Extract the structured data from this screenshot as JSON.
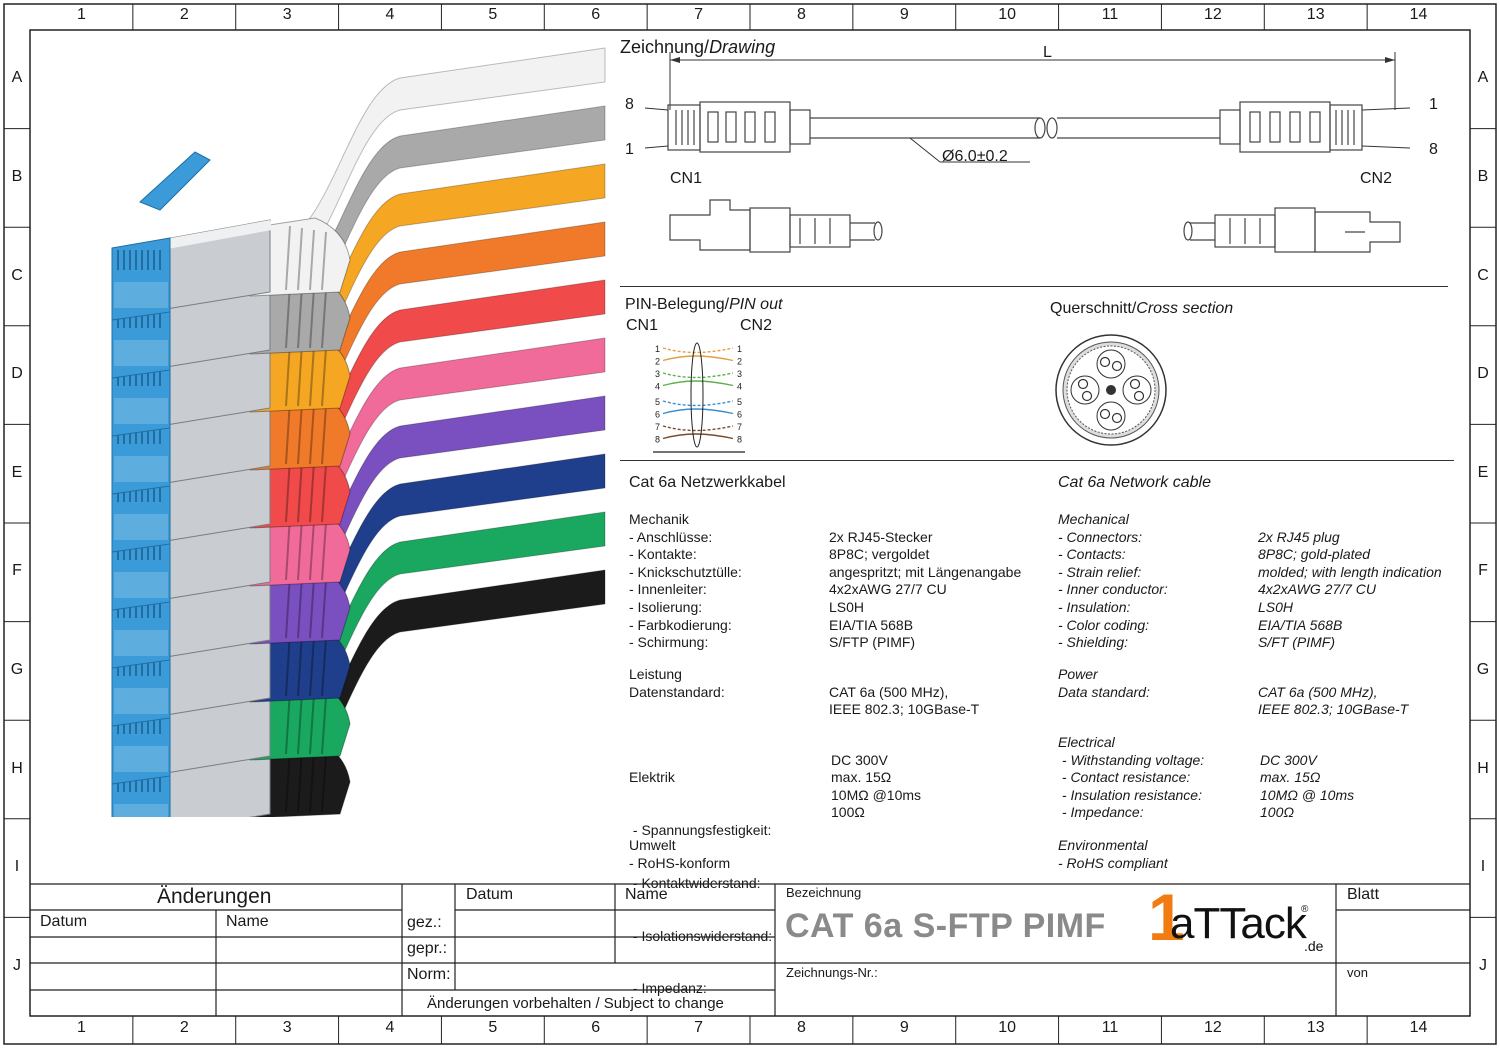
{
  "frame": {
    "columns": [
      "1",
      "2",
      "3",
      "4",
      "5",
      "6",
      "7",
      "8",
      "9",
      "10",
      "11",
      "12",
      "13",
      "14"
    ],
    "rows": [
      "A",
      "B",
      "C",
      "D",
      "E",
      "F",
      "G",
      "H",
      "I",
      "J"
    ]
  },
  "drawing": {
    "heading_de": "Zeichnung/",
    "heading_en": "Drawing",
    "length_label": "L",
    "diameter": "Ø6.0±0.2",
    "cn1": "CN1",
    "cn2": "CN2",
    "pin_8_left": "8",
    "pin_1_left": "1",
    "pin_1_right": "1",
    "pin_8_right": "8"
  },
  "pinout": {
    "heading_de": "PIN-Belegung/",
    "heading_en": "PIN out",
    "cn1": "CN1",
    "cn2": "CN2",
    "pins": [
      "1",
      "2",
      "3",
      "4",
      "5",
      "6",
      "7",
      "8"
    ]
  },
  "cross_section": {
    "heading_de": "Querschnitt/",
    "heading_en": "Cross section"
  },
  "spec_de": {
    "title": "Cat 6a Netzwerkkabel",
    "mechanik": {
      "heading": "Mechanik",
      "labels": [
        "- Anschlüsse:",
        "- Kontakte:",
        "- Knickschutztülle:",
        "- Innenleiter:",
        "- Isolierung:",
        "- Farbkodierung:",
        "- Schirmung:"
      ],
      "values": [
        "2x RJ45-Stecker",
        "8P8C; vergoldet",
        "angespritzt; mit Längenangabe",
        "4x2xAWG 27/7 CU",
        "LS0H",
        "EIA/TIA 568B",
        "S/FTP (PIMF)"
      ]
    },
    "leistung": {
      "heading": "Leistung",
      "label": "Datenstandard:",
      "values": [
        "CAT 6a (500 MHz),",
        "IEEE 802.3; 10GBase-T"
      ]
    },
    "elektrik": {
      "heading": "Elektrik",
      "labels": [
        " - Spannungsfestigkeit:",
        " - Kontaktwiderstand:",
        " - Isolationswiderstand:",
        " - Impedanz:"
      ],
      "values": [
        "DC 300V",
        "max. 15Ω",
        "10MΩ @10ms",
        "100Ω"
      ]
    },
    "umwelt": {
      "heading": "Umwelt",
      "item": "- RoHS-konform"
    }
  },
  "spec_en": {
    "title": "Cat 6a Network cable",
    "mechanical": {
      "heading": "Mechanical",
      "labels": [
        "- Connectors:",
        "- Contacts:",
        "- Strain relief:",
        "- Inner conductor:",
        "- Insulation:",
        "- Color coding:",
        "- Shielding:"
      ],
      "values": [
        "2x RJ45 plug",
        "8P8C; gold-plated",
        "molded; with length indication",
        "4x2xAWG 27/7 CU",
        "LS0H",
        "EIA/TIA 568B",
        "S/FT (PIMF)"
      ]
    },
    "power": {
      "heading": "Power",
      "label": "Data standard:",
      "values": [
        "CAT 6a (500 MHz),",
        "IEEE 802.3; 10GBase-T"
      ]
    },
    "electrical": {
      "heading": "Electrical",
      "labels": [
        " - Withstanding voltage:",
        " - Contact resistance:",
        " - Insulation resistance:",
        " - Impedance:"
      ],
      "values": [
        "DC 300V",
        "max. 15Ω",
        "10MΩ @ 10ms",
        "100Ω"
      ]
    },
    "environmental": {
      "heading": "Environmental",
      "item": "- RoHS compliant"
    }
  },
  "title_block": {
    "changes": "Änderungen",
    "datum": "Datum",
    "name": "Name",
    "datum2": "Datum",
    "name2": "Name",
    "gez": "gez.:",
    "gepr": "gepr.:",
    "norm": "Norm:",
    "disclaimer": "Änderungen vorbehalten / Subject to change",
    "bezeichnung": "Bezeichnung",
    "product": "CAT 6a S-FTP PIMF",
    "zeichnungs_nr": "Zeichnungs-Nr.:",
    "blatt": "Blatt",
    "von": "von",
    "logo_digit": "1",
    "logo_text": "aTTack",
    "logo_reg": "®",
    "logo_tld": ".de"
  },
  "cable_colors": [
    "#f2f2f2",
    "#a9a9a9",
    "#f5a623",
    "#f07a2a",
    "#f04a4a",
    "#f06a9a",
    "#7a4fc0",
    "#1f3f8c",
    "#1aa860",
    "#1b1b1b"
  ],
  "accent_colors": {
    "connector_blue": "#3a9bd8",
    "logo_orange": "#f07c12",
    "title_gray": "#8a8a8a"
  }
}
